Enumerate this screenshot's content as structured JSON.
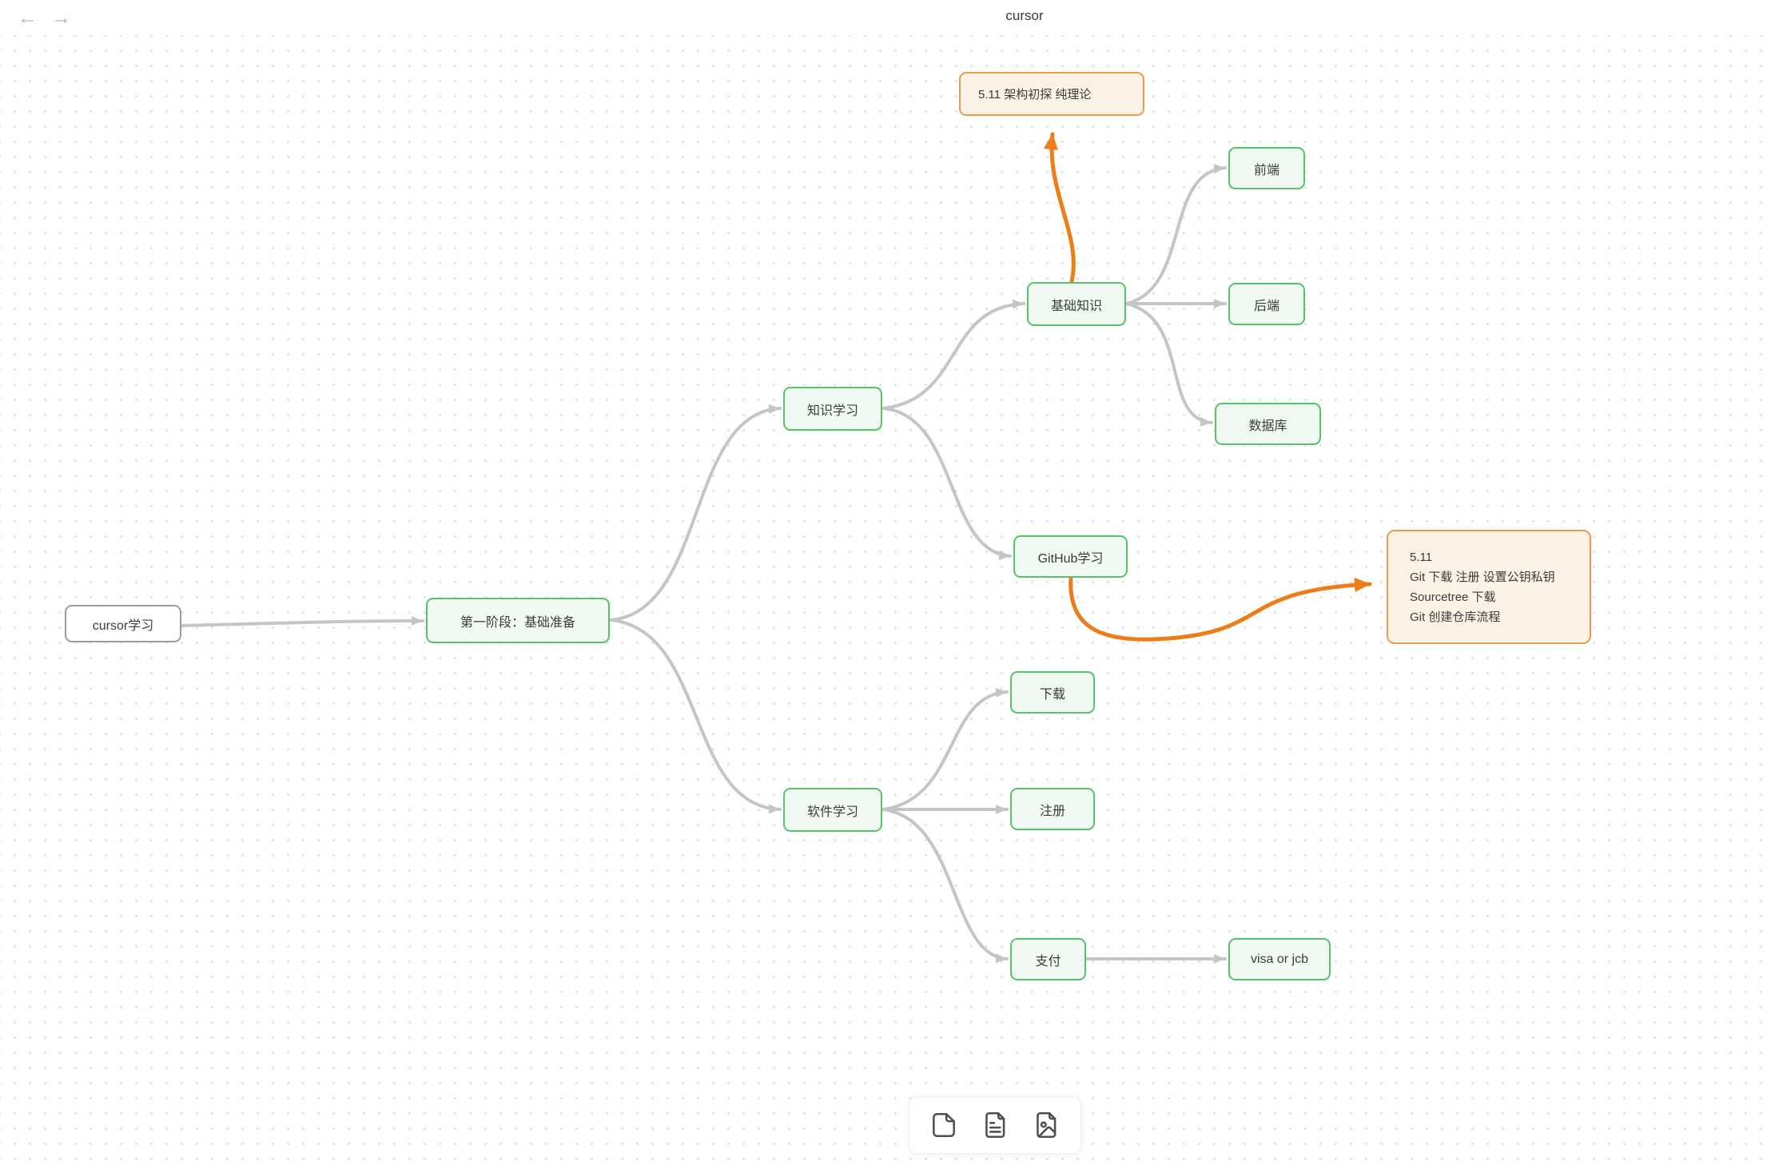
{
  "header": {
    "title": "cursor",
    "back_icon": "←",
    "forward_icon": "→"
  },
  "nodes": {
    "root": "cursor学习",
    "stage1": "第一阶段：基础准备",
    "knowledge": "知识学习",
    "software": "软件学习",
    "basics": "基础知识",
    "github": "GitHub学习",
    "frontend": "前端",
    "backend": "后端",
    "database": "数据库",
    "download": "下载",
    "register": "注册",
    "payment": "支付",
    "visa": "visa or jcb"
  },
  "annotations": {
    "theory_note": "5.11 架构初探 纯理论",
    "git_note": {
      "line1": "5.11",
      "line2": "Git 下载 注册 设置公钥私钥",
      "line3": "Sourcetree 下载",
      "line4": "Git 创建仓库流程"
    }
  },
  "edges": [
    {
      "from": "root",
      "to": "stage1",
      "color": "gray"
    },
    {
      "from": "stage1",
      "to": "knowledge",
      "color": "gray"
    },
    {
      "from": "stage1",
      "to": "software",
      "color": "gray"
    },
    {
      "from": "knowledge",
      "to": "basics",
      "color": "gray"
    },
    {
      "from": "knowledge",
      "to": "github",
      "color": "gray"
    },
    {
      "from": "basics",
      "to": "frontend",
      "color": "gray"
    },
    {
      "from": "basics",
      "to": "backend",
      "color": "gray"
    },
    {
      "from": "basics",
      "to": "database",
      "color": "gray"
    },
    {
      "from": "software",
      "to": "download",
      "color": "gray"
    },
    {
      "from": "software",
      "to": "register",
      "color": "gray"
    },
    {
      "from": "software",
      "to": "payment",
      "color": "gray"
    },
    {
      "from": "payment",
      "to": "visa",
      "color": "gray"
    },
    {
      "from": "basics",
      "to": "theory_note",
      "color": "orange"
    },
    {
      "from": "github",
      "to": "git_note",
      "color": "orange"
    }
  ],
  "colors": {
    "node_green_border": "#55c369",
    "node_green_bg": "#f1faf2",
    "node_gray_border": "#9c9c9c",
    "orange_line": "#ed7d17",
    "orange_border": "#ec9a4e",
    "orange_bg": "#fdf2e6",
    "edge_gray": "#c5c5c5"
  },
  "toolbar": {
    "icons": [
      "blank-file-icon",
      "text-file-icon",
      "image-file-icon"
    ]
  }
}
